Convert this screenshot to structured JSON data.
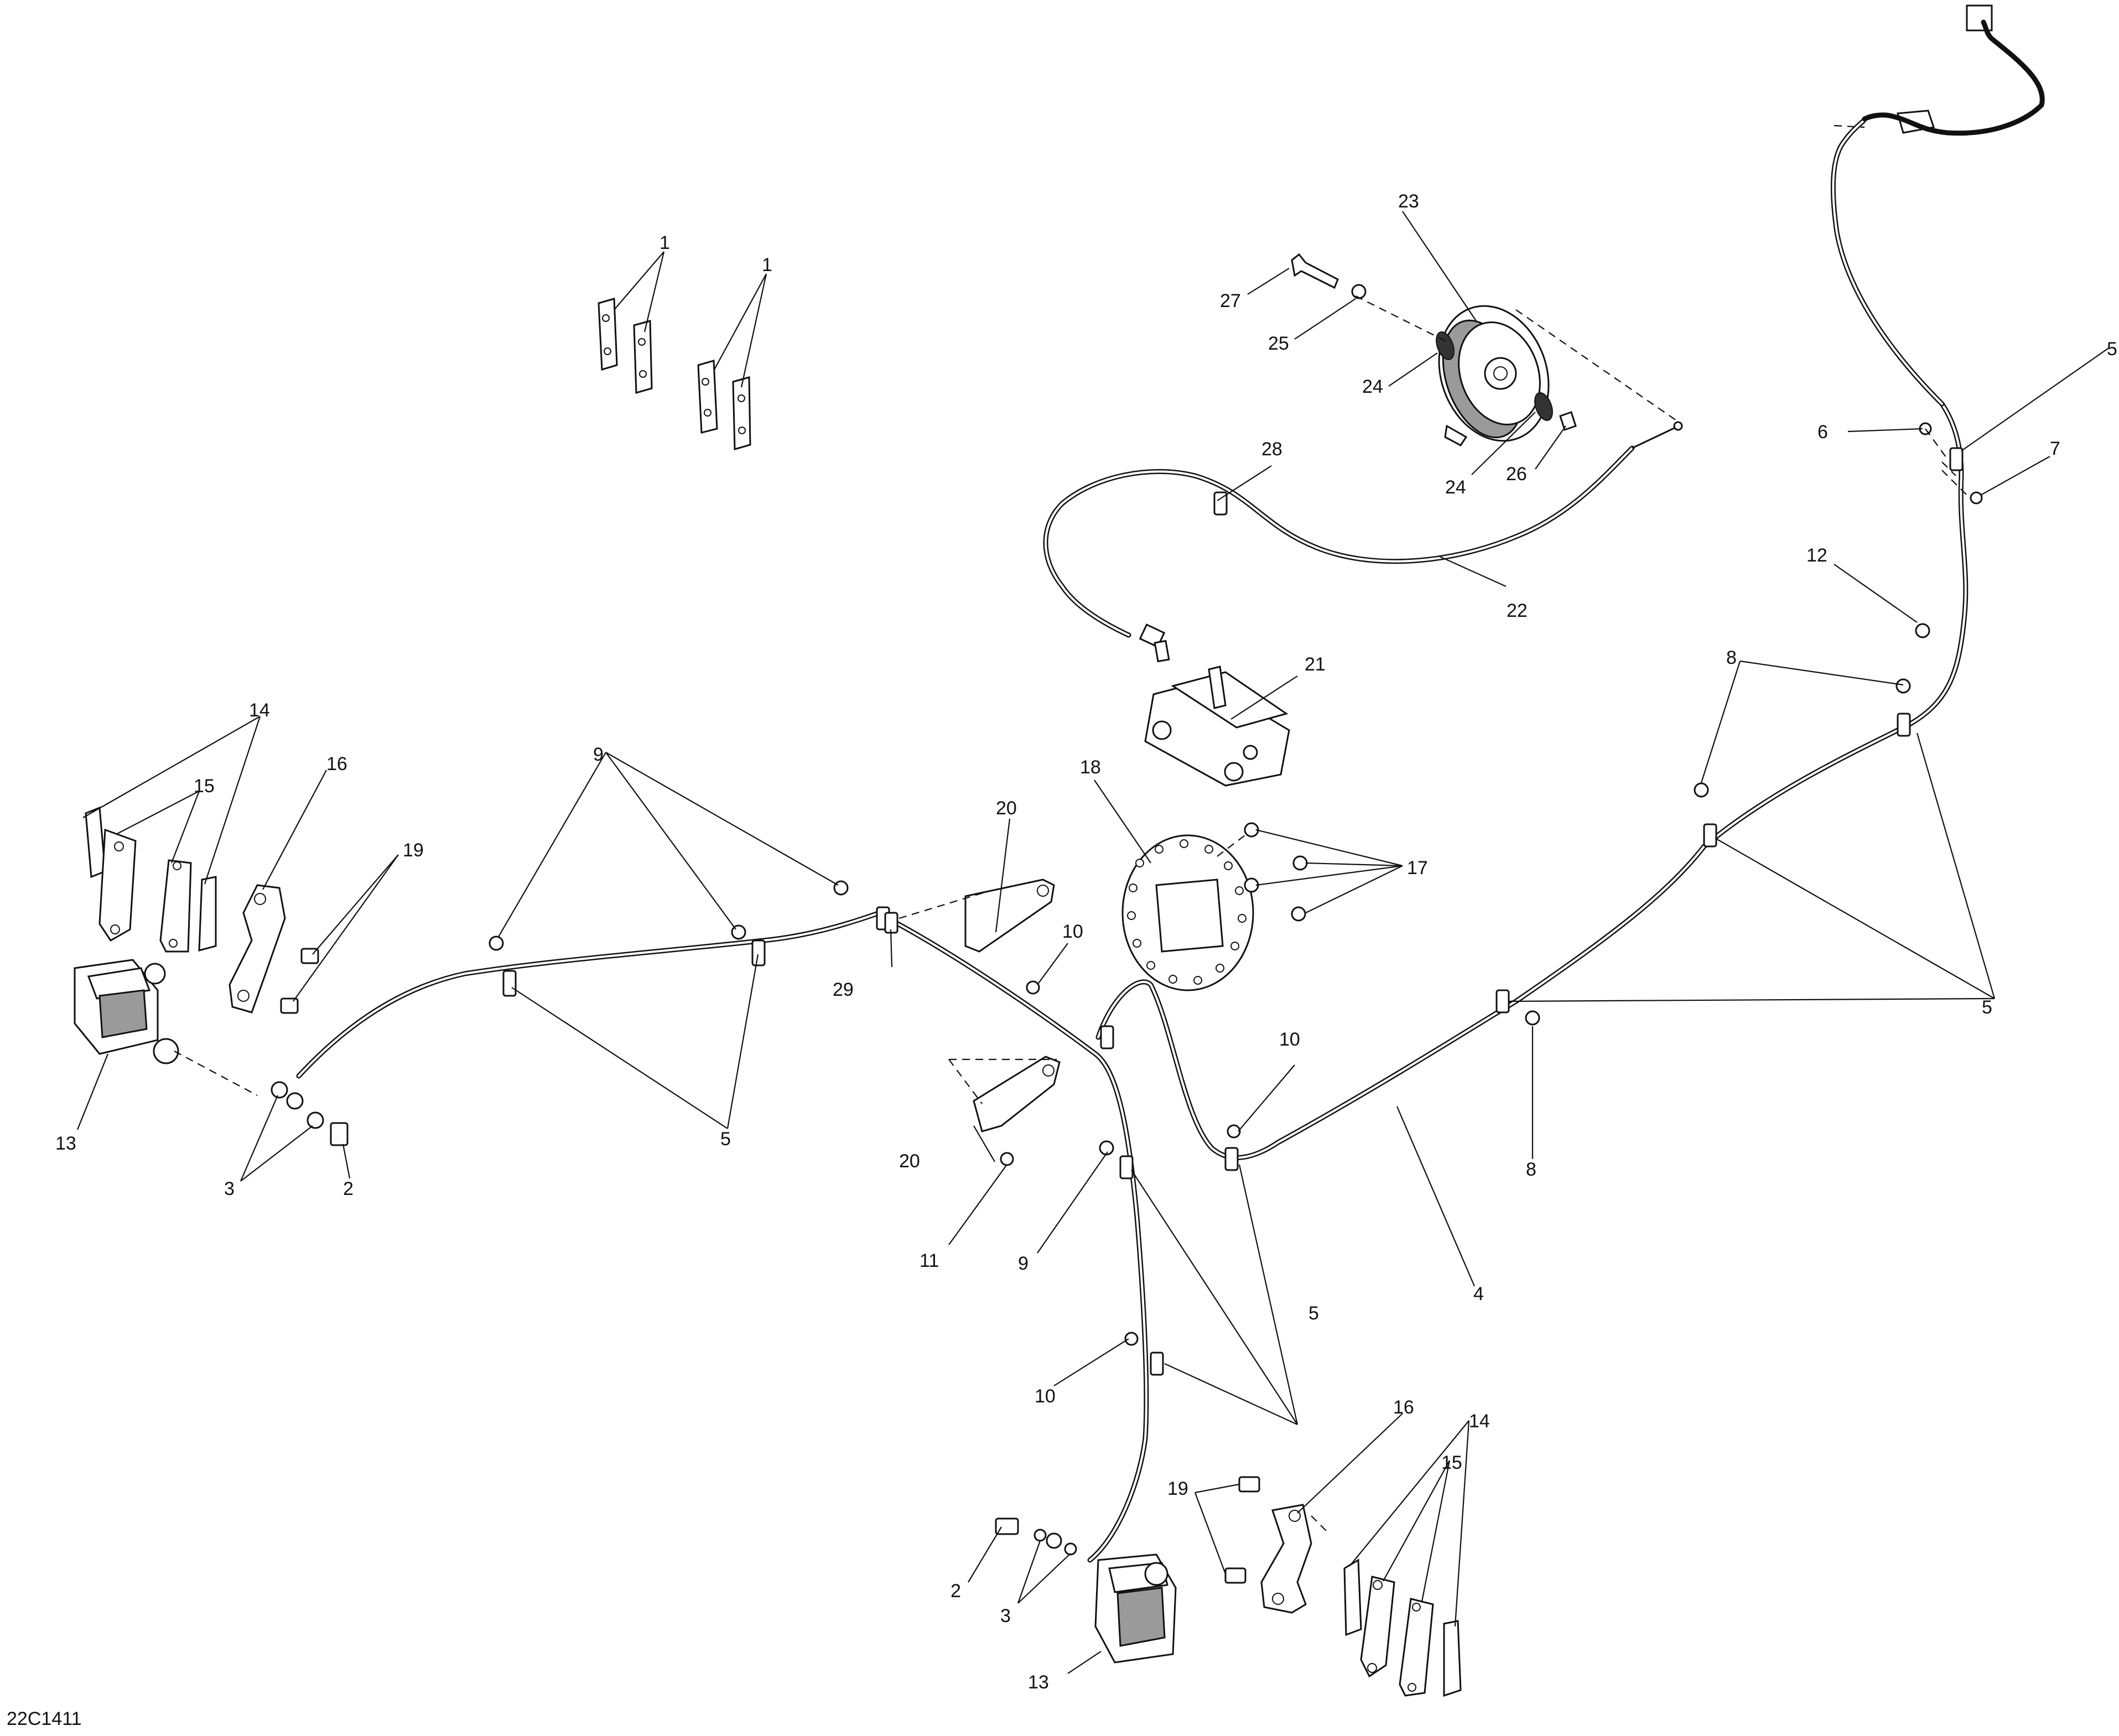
{
  "diagram_code": "22C1411",
  "callouts": {
    "c1a": "1",
    "c1b": "1",
    "c2a": "2",
    "c2b": "2",
    "c3a": "3",
    "c3b": "3",
    "c4": "4",
    "c5a": "5",
    "c5b": "5",
    "c5c": "5",
    "c5d": "5",
    "c6": "6",
    "c7": "7",
    "c8a": "8",
    "c8b": "8",
    "c9a": "9",
    "c9b": "9",
    "c10a": "10",
    "c10b": "10",
    "c10c": "10",
    "c11": "11",
    "c12": "12",
    "c13a": "13",
    "c13b": "13",
    "c14a": "14",
    "c14b": "14",
    "c15a": "15",
    "c15b": "15",
    "c16a": "16",
    "c16b": "16",
    "c17": "17",
    "c18": "18",
    "c19a": "19",
    "c19b": "19",
    "c20a": "20",
    "c20b": "20",
    "c21": "21",
    "c22": "22",
    "c23": "23",
    "c24a": "24",
    "c24b": "24",
    "c25": "25",
    "c26": "26",
    "c27": "27",
    "c28": "28",
    "c29": "29"
  }
}
